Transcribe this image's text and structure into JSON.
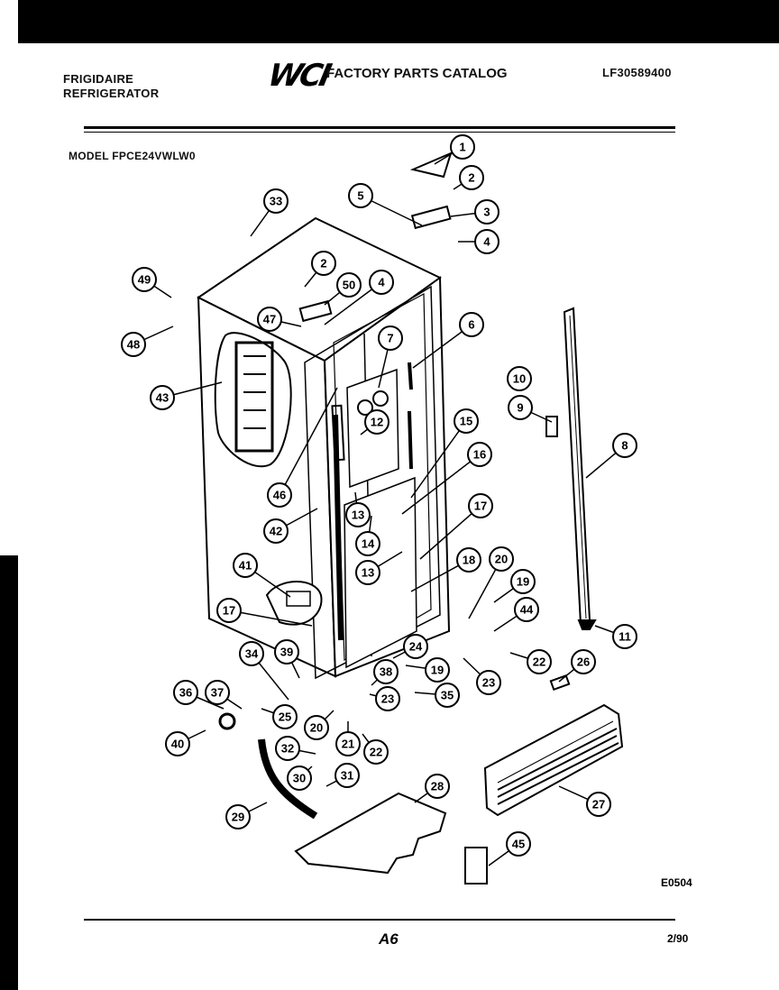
{
  "header": {
    "brand_line1": "FRIGIDAIRE",
    "brand_line2": "REFRIGERATOR",
    "logo_text": "WCI",
    "catalog_title": "FACTORY PARTS CATALOG",
    "catalog_number": "LF30589400",
    "model_label": "MODEL FPCE24VWLW0"
  },
  "footer": {
    "diagram_code": "E0504",
    "page_number": "A6",
    "date": "2/90"
  },
  "callouts": [
    "1",
    "2",
    "3",
    "4",
    "5",
    "33",
    "2",
    "50",
    "4",
    "49",
    "48",
    "47",
    "6",
    "7",
    "43",
    "12",
    "10",
    "9",
    "15",
    "8",
    "16",
    "46",
    "13",
    "42",
    "17",
    "14",
    "13",
    "41",
    "18",
    "20",
    "19",
    "17",
    "44",
    "11",
    "34",
    "39",
    "24",
    "22",
    "26",
    "36",
    "37",
    "38",
    "19",
    "25",
    "23",
    "35",
    "40",
    "20",
    "21",
    "23",
    "22",
    "32",
    "30",
    "31",
    "28",
    "27",
    "29",
    "45"
  ]
}
